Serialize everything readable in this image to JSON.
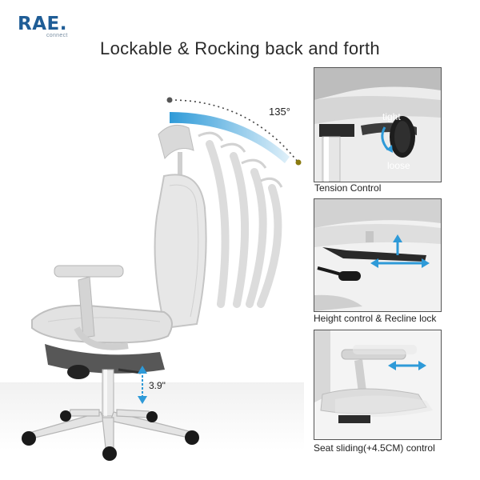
{
  "brand": {
    "name": "RAE.",
    "sub": "connect",
    "color": "#1f5d96"
  },
  "headline": "Lockable & Rocking back and forth",
  "main_figure": {
    "angle_label": "135°",
    "height_label": "3.9\"",
    "arc_color": "#2e9ad8"
  },
  "panels": [
    {
      "caption": "Tension Control",
      "callouts": [
        "tight",
        "loose"
      ]
    },
    {
      "caption": "Height control & Recline lock"
    },
    {
      "caption": "Seat sliding(+4.5CM) control"
    }
  ]
}
